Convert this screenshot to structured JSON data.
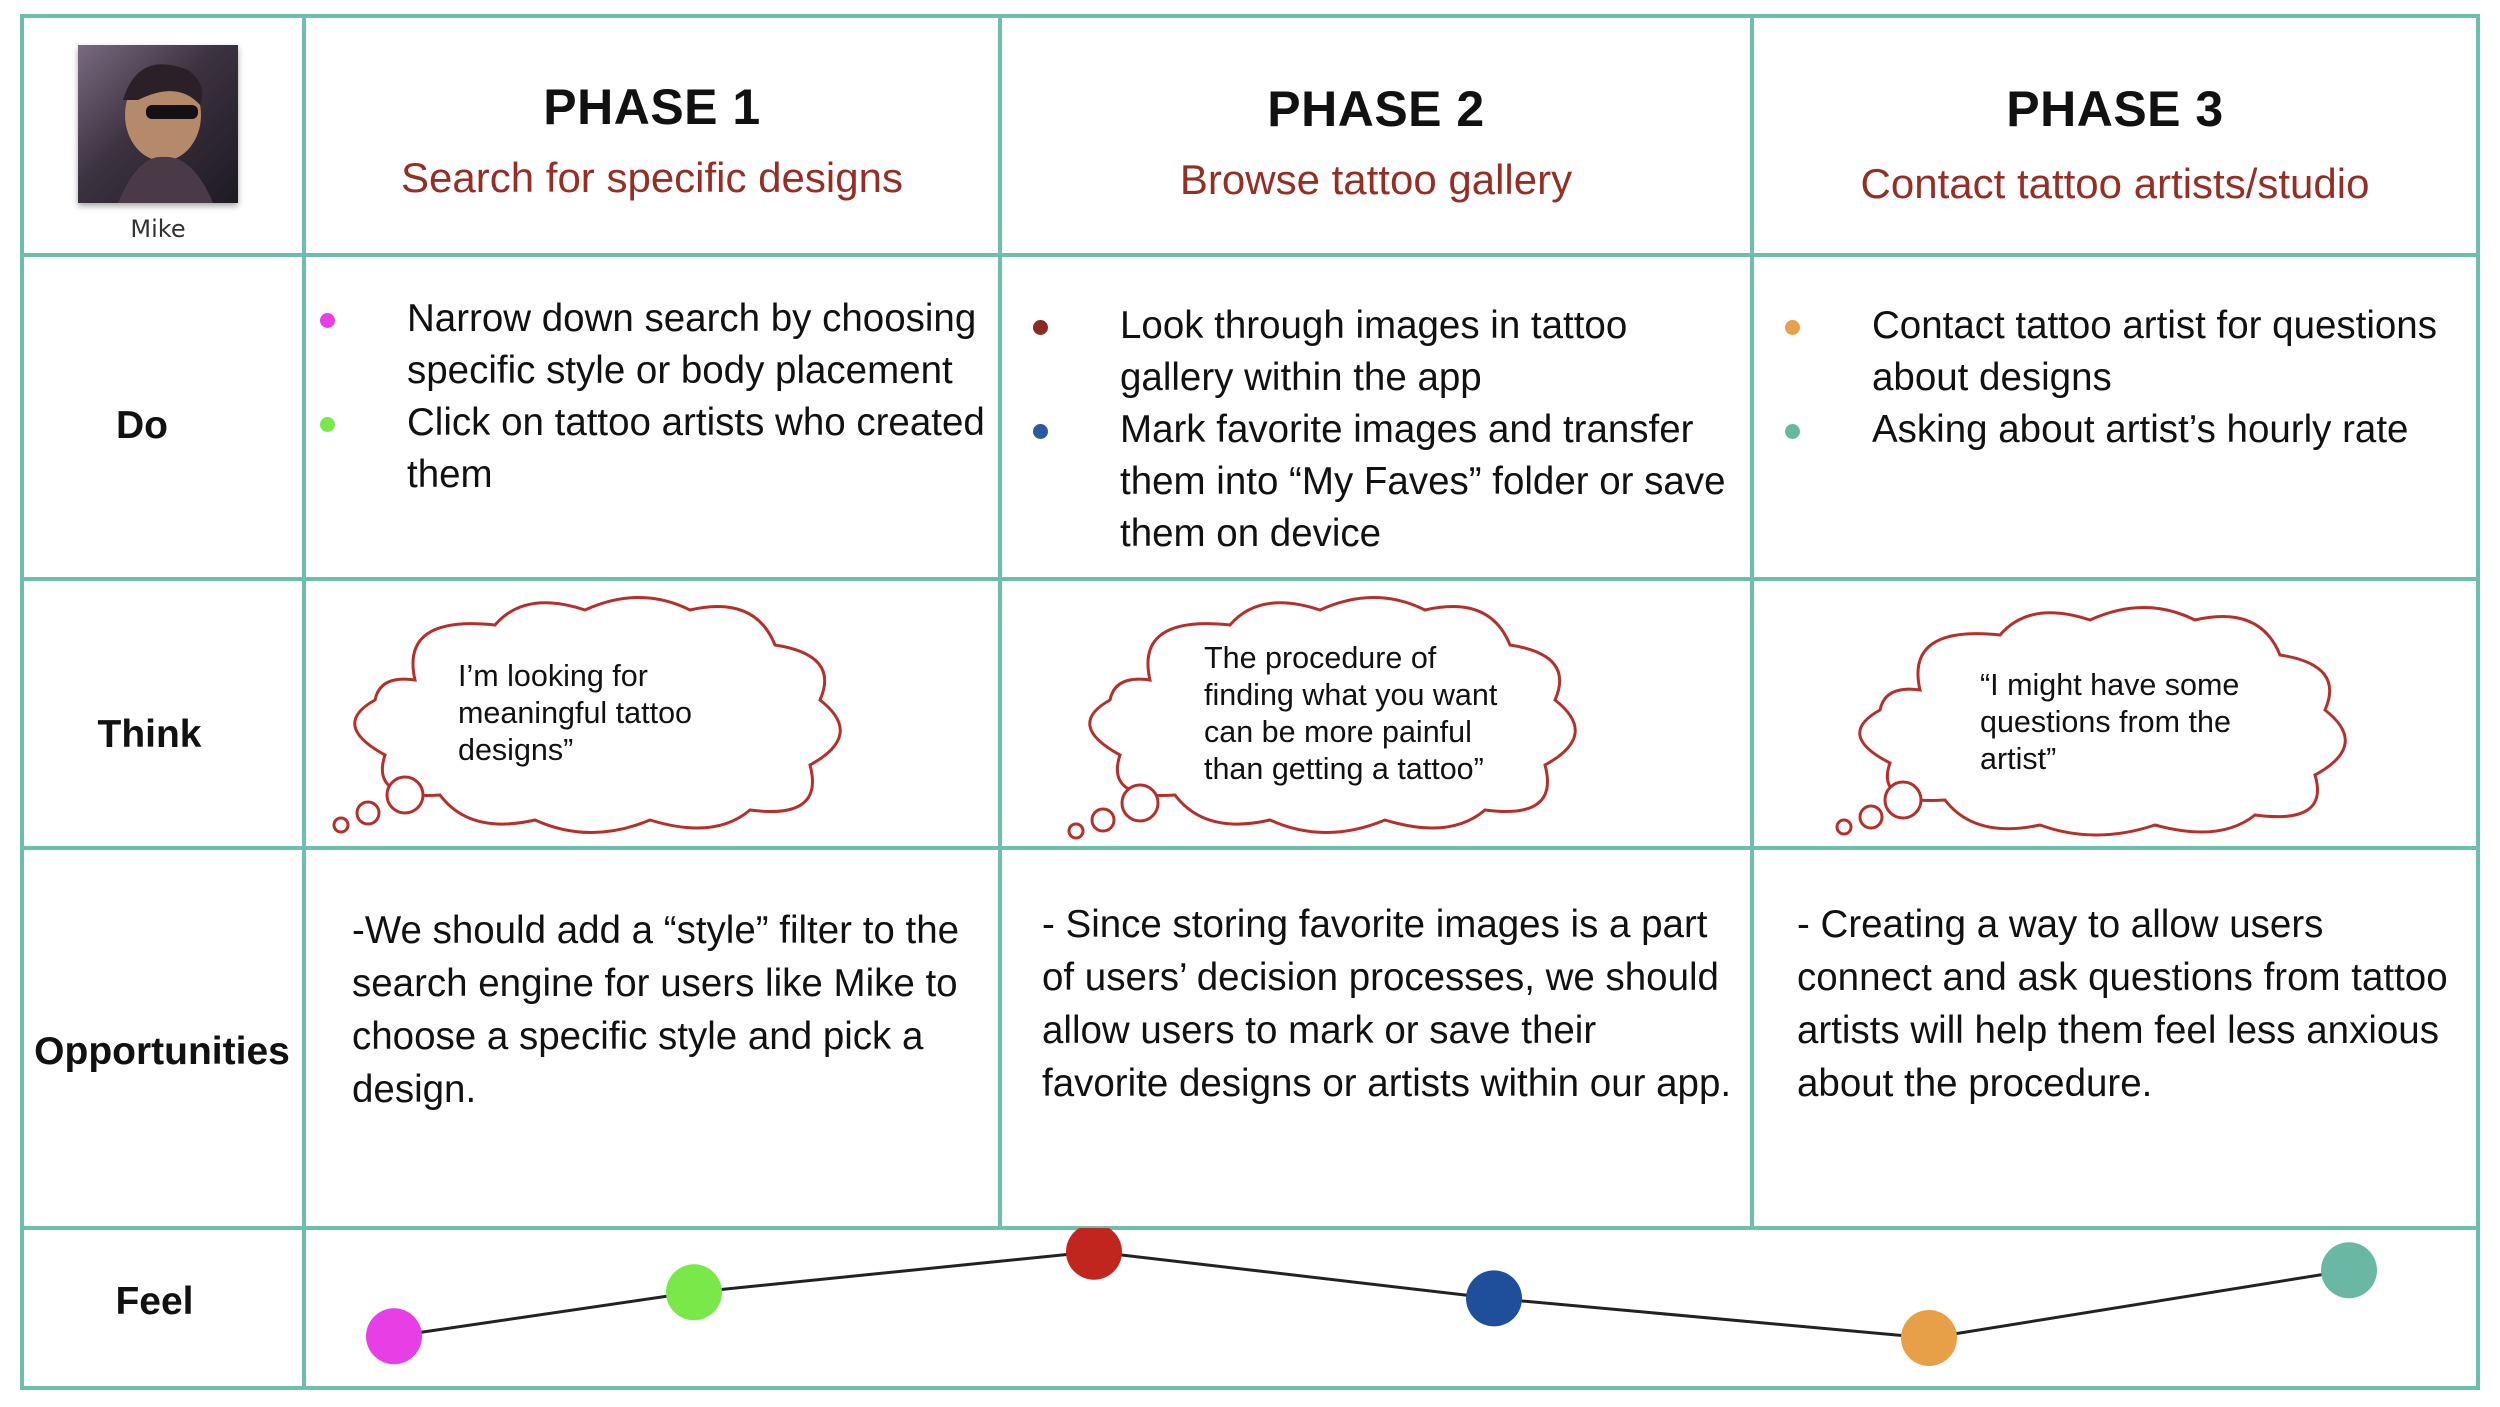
{
  "persona": {
    "name": "Mike"
  },
  "row_labels": {
    "do": "Do",
    "think": "Think",
    "opportunities": "Opportunities",
    "feel": "Feel"
  },
  "phases": [
    {
      "title": "PHASE 1",
      "subtitle": "Search for specific designs",
      "do": [
        {
          "text": "Narrow down search by choosing specific style or body placement",
          "dot_color": "#e83ee6"
        },
        {
          "text": "Click on tattoo artists who created them",
          "dot_color": "#7be84a"
        }
      ],
      "think": "I’m looking for meaningful tattoo designs”",
      "opportunities": "-We should add a “style” filter to the search engine for users like Mike to choose a specific style and pick a design."
    },
    {
      "title": "PHASE 2",
      "subtitle": "Browse tattoo gallery",
      "do": [
        {
          "text": "Look through images in tattoo gallery within the app",
          "dot_color": "#8a2a22"
        },
        {
          "text": "Mark favorite images and transfer them into “My Faves” folder or save them on device",
          "dot_color": "#2a5aa0"
        }
      ],
      "think": "The procedure of finding what you want can be more painful than getting a tattoo”",
      "opportunities": "- Since storing favorite images is a part of users’ decision processes, we should allow users to mark or save their favorite designs or artists within our app."
    },
    {
      "title": "PHASE 3",
      "subtitle": "Contact tattoo artists/studio",
      "do": [
        {
          "text": "Contact tattoo artist for questions about designs",
          "dot_color": "#e8a04a"
        },
        {
          "text": "Asking about artist’s hourly rate",
          "dot_color": "#68b8a0"
        }
      ],
      "think": "“I might have some questions from the artist”",
      "opportunities": "- Creating a way to allow users connect and ask questions from tattoo artists will help them feel less anxious about the procedure."
    }
  ],
  "feel_curve": [
    {
      "level": 0.02,
      "color": "#e83ee6"
    },
    {
      "level": 0.52,
      "color": "#7be84a"
    },
    {
      "level": 0.98,
      "color": "#c0261e"
    },
    {
      "level": 0.45,
      "color": "#1f4f9a"
    },
    {
      "level": 0.0,
      "color": "#e8a048"
    },
    {
      "level": 0.77,
      "color": "#6ab8a4"
    }
  ],
  "colors": {
    "grid_line": "#6dbfad",
    "subtitle": "#962e25",
    "cloud_stroke": "#b5302a",
    "curve_line": "#222222"
  }
}
